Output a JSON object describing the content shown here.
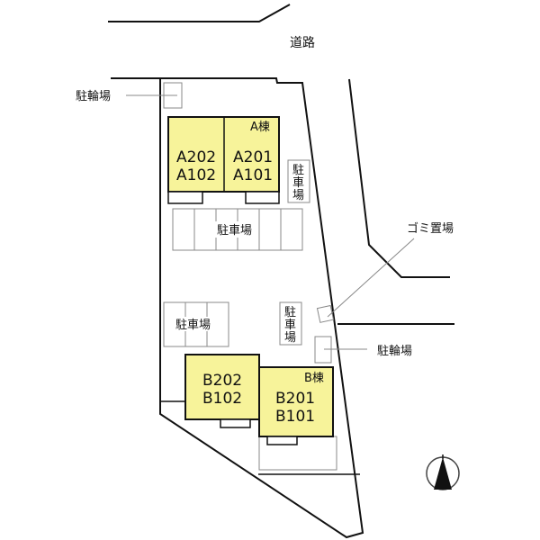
{
  "road_label": "道路",
  "labels": {
    "bicycle_parking_top": "駐輪場",
    "bicycle_parking_right": "駐輪場",
    "garbage": "ゴミ置場",
    "parking": "駐車場",
    "parking_vertical": [
      "駐",
      "車",
      "場"
    ]
  },
  "building_a": {
    "name": "A棟",
    "units_left": [
      "A202",
      "A102"
    ],
    "units_right": [
      "A201",
      "A101"
    ]
  },
  "building_b": {
    "name": "B棟",
    "units_left": [
      "B202",
      "B102"
    ],
    "units_right": [
      "B201",
      "B101"
    ]
  },
  "colors": {
    "building_fill": "#f7f39a",
    "line": "#111111",
    "grey_line": "#888888"
  },
  "north_arrow_icon": "north-arrow-icon"
}
